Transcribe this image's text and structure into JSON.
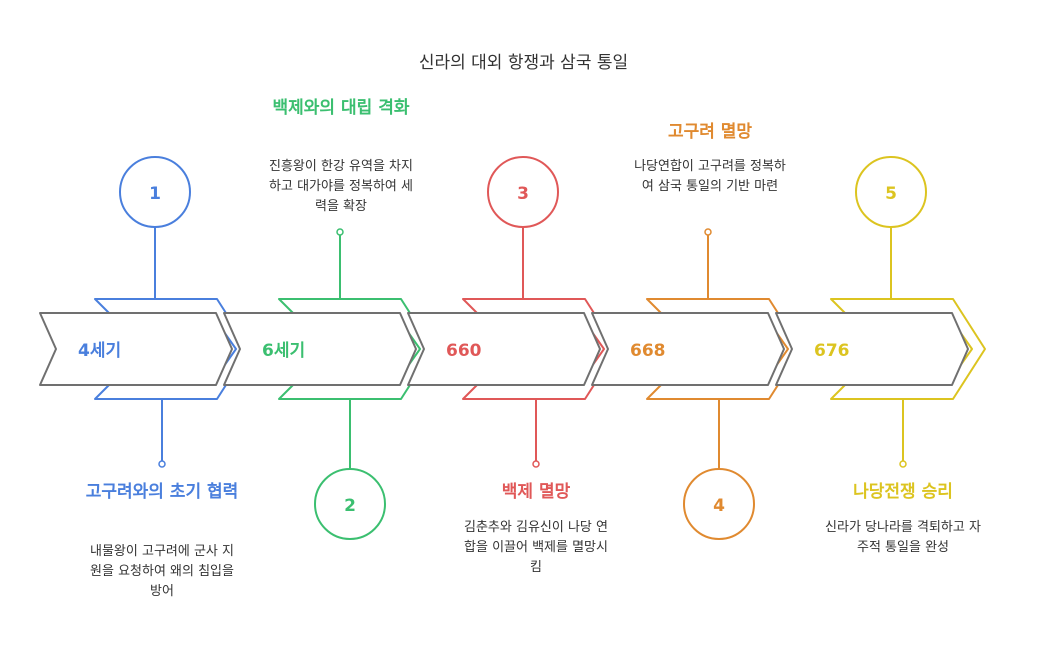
{
  "title": "신라의 대외 항쟁과 삼국 통일",
  "colors": {
    "blue": "#4a7fdd",
    "green": "#3bbf70",
    "red": "#e05858",
    "orange": "#e08a30",
    "yellow": "#dcc420",
    "arrow_gray": "#707070"
  },
  "steps": [
    {
      "number": "1",
      "period": "4세기",
      "title": "고구려와의 초기 협력",
      "description": "내물왕이 고구려에 군사 지원을 요청하여 왜의 침입을 방어",
      "color": "#4a7fdd"
    },
    {
      "number": "2",
      "period": "6세기",
      "title": "백제와의 대립 격화",
      "description": "진흥왕이 한강 유역을 차지하고 대가야를 정복하여 세력을 확장",
      "color": "#3bbf70"
    },
    {
      "number": "3",
      "period": "660",
      "title": "백제 멸망",
      "description": "김춘추와 김유신이 나당 연합을 이끌어 백제를 멸망시킴",
      "color": "#e05858"
    },
    {
      "number": "4",
      "period": "668",
      "title": "고구려 멸망",
      "description": "나당연합이 고구려를 정복하여 삼국 통일의 기반 마련",
      "color": "#e08a30"
    },
    {
      "number": "5",
      "period": "676",
      "title": "나당전쟁 승리",
      "description": "신라가 당나라를 격퇴하고 자주적 통일을 완성",
      "color": "#dcc420"
    }
  ]
}
